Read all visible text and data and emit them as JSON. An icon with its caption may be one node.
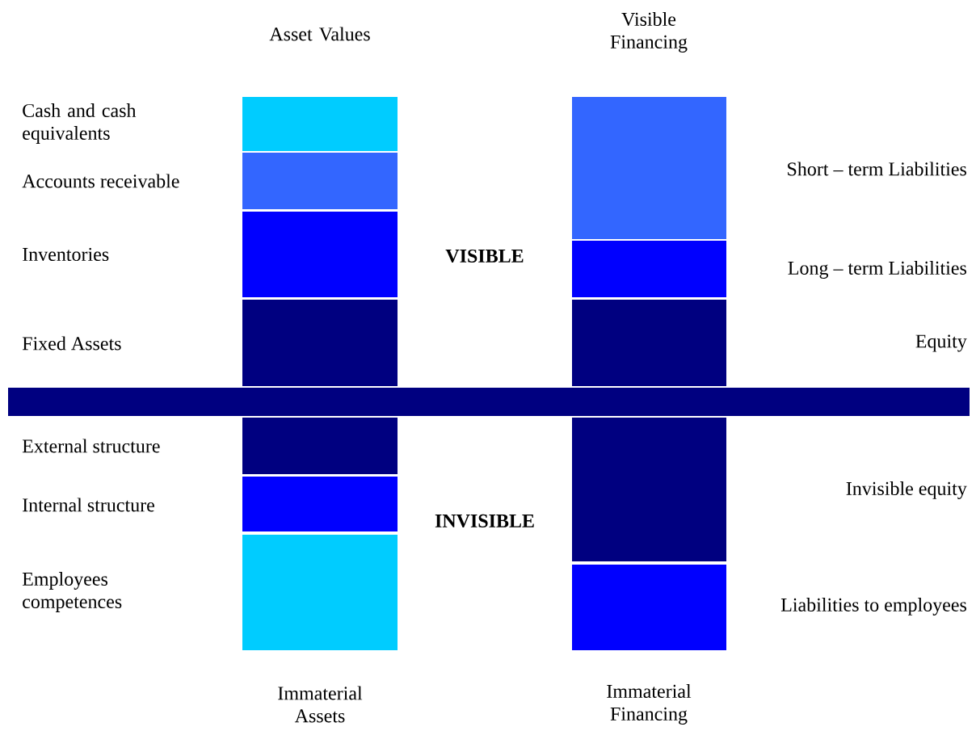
{
  "diagram": {
    "labels": [
      "Asset Values",
      "Visible Financing",
      "Cash and cash equivalents",
      "Short – term Liabilities",
      "Accounts receivable",
      "Inventories",
      "VISIBLE",
      "Long – term Liabilities",
      "Fixed Assets",
      "Equity",
      "External structure",
      "Invisible equity",
      "Internal structure",
      "INVISIBLE",
      "Employees competences",
      "Liabilities to employees",
      "Immaterial Assets",
      "Immaterial Financing"
    ]
  }
}
